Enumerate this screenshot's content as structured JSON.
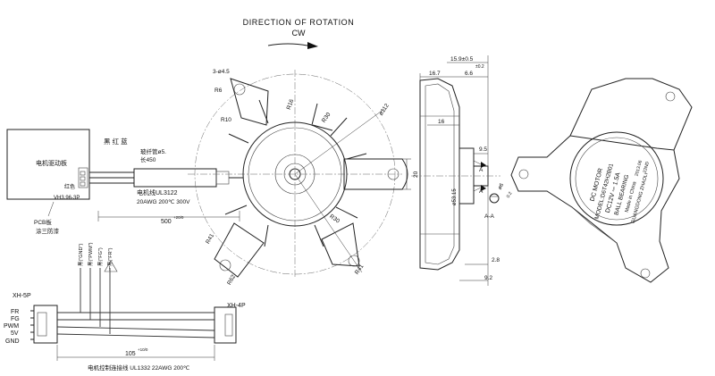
{
  "header": {
    "title": "DIRECTION OF ROTATION",
    "rotation": "CW"
  },
  "front_view": {
    "hole_note": "3-ø4.5",
    "radii": [
      "R6",
      "R10",
      "R16",
      "R30",
      "R30",
      "R41",
      "R41",
      "R62"
    ],
    "diameter": "ø112",
    "dim_20": "20",
    "lead_length_base": "500",
    "lead_length_tol": "+20/0"
  },
  "side_view": {
    "dims": [
      "15.9±0.5",
      "16.7",
      "6.6",
      "±0.2",
      "16",
      "9.5",
      "ø53.15",
      "ø6",
      "2.8",
      "9.2",
      "0.2",
      "A",
      "A-A"
    ]
  },
  "label": {
    "brand": "DC MOTOR",
    "model": "MODEL:D6T42H2B01",
    "rating": "DC12V ⎓ 1.5A",
    "bearing": "BALL BEARING",
    "origin": "Made in China",
    "maker": "GUANGDONG ZHAOLI",
    "date": "2013.06",
    "batch": "22ND"
  },
  "left_block": {
    "driver_board": "电机驱动板",
    "wire_colors": "黑 红 蓝",
    "red_mark": "红色",
    "connector": "VH3.96-3P",
    "sleeve_note": "玻纤管ø5.",
    "sleeve_length": "长450",
    "cable_spec_1": "电机线UL3122",
    "cable_spec_2": "20AWG 200℃ 300V",
    "pcb_note_1": "PCB板",
    "pcb_note_2": "涂三防漆"
  },
  "harness": {
    "pins": [
      "FR",
      "FG",
      "PWM",
      "5V",
      "GND"
    ],
    "conn_left": "XH-5P",
    "conn_right": "XH-4P",
    "wire_tags": [
      "黑(\"GND\")",
      "黑(\"PWM\")",
      "黑(\"FG\")",
      "黑(\"FR\")"
    ],
    "length_base": "105",
    "length_tol": "+10/0",
    "cable_spec": "电机控制连接线 UL1332 22AWG 200℃"
  }
}
